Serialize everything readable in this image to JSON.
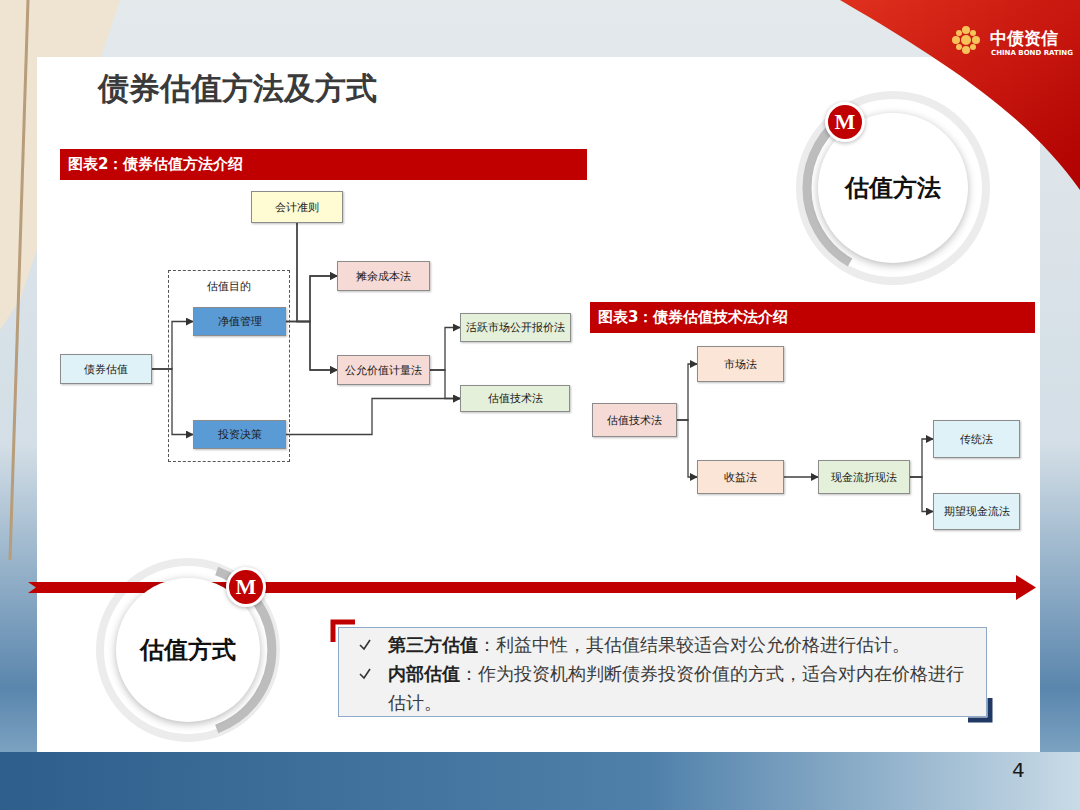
{
  "diagram": {
    "title": "债券估值方法及方式",
    "nodes": [
      {
        "text": [
          "图表2：债券估值方法介绍"
        ]
      },
      {
        "text": [
          "会计准则"
        ]
      },
      {
        "text": [
          "估值目的"
        ]
      },
      {
        "text": [
          "净值管理"
        ],
        "in": 2
      },
      {
        "text": [
          "投资决策"
        ],
        "in": 2
      },
      {
        "text": [
          "债券估值"
        ]
      },
      {
        "text": [
          "摊余成本法"
        ]
      },
      {
        "text": [
          "公允价值计量法"
        ]
      },
      {
        "text": [
          "活跃市场公开报价法"
        ]
      },
      {
        "text": [
          "估值技术法"
        ]
      },
      {
        "text": [
          "M"
        ]
      },
      {
        "text": [
          "估值方法"
        ]
      },
      {
        "text": [
          "图表3：债券估值技术法介绍"
        ]
      },
      {
        "text": [
          "估值技术法"
        ]
      },
      {
        "text": [
          "市场法"
        ]
      },
      {
        "text": [
          "收益法"
        ]
      },
      {
        "text": [
          "现金流折现法"
        ]
      },
      {
        "text": [
          "传统法"
        ]
      },
      {
        "text": [
          "期望现金流法"
        ]
      },
      {
        "text": [
          "M"
        ]
      },
      {
        "text": [
          "估值方式"
        ]
      },
      {
        "text": [
          "第三方估值",
          "：利益中性，其估值结果较适合对公允价格进行估计。",
          "内部估值",
          "：作为投资机构判断债券投资价值的方式，适合对内在价格进行估计。"
        ]
      }
    ],
    "edges": [
      {
        "from": 5,
        "to": 3,
        "arrow": "to"
      },
      {
        "from": 5,
        "to": 4,
        "arrow": "to"
      },
      {
        "from": 1,
        "to": 6,
        "arrow": "to"
      },
      {
        "from": 1,
        "to": 7,
        "arrow": "to"
      },
      {
        "from": 3,
        "to": 6,
        "arrow": "to"
      },
      {
        "from": 3,
        "to": 7,
        "arrow": "to"
      },
      {
        "from": 7,
        "to": 8,
        "arrow": "to"
      },
      {
        "from": 7,
        "to": 9,
        "arrow": "to"
      },
      {
        "from": 4,
        "to": 9,
        "arrow": "to"
      },
      {
        "from": 13,
        "to": 14,
        "arrow": "to"
      },
      {
        "from": 13,
        "to": 15,
        "arrow": "to"
      },
      {
        "from": 15,
        "to": 16,
        "arrow": "to"
      },
      {
        "from": 16,
        "to": 17,
        "arrow": "to"
      },
      {
        "from": 16,
        "to": 18,
        "arrow": "to"
      }
    ],
    "labels": [
      "中债资信",
      "CHINA BOND RATING",
      "4"
    ]
  }
}
